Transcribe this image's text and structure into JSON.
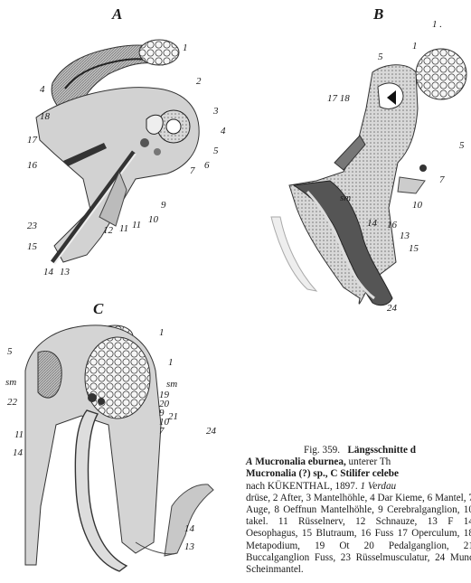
{
  "panels": {
    "A": {
      "letter": "A",
      "labels": [
        "1",
        "2",
        "3",
        "4",
        "4",
        "5",
        "6",
        "7",
        "9",
        "10",
        "11",
        "11",
        "12",
        "13",
        "14",
        "15",
        "16",
        "17",
        "18",
        "23"
      ]
    },
    "B": {
      "letter": "B",
      "labels": [
        "1",
        "1 .",
        "5",
        "5",
        "7",
        "10",
        "13",
        "14",
        "15",
        "16",
        "17 18",
        "24",
        "sm"
      ]
    },
    "C": {
      "letter": "C",
      "labels": [
        "1",
        "1",
        "5",
        "7",
        "9",
        "10",
        "11",
        "13",
        "14",
        "14",
        "19",
        "20",
        "21",
        "22",
        "24",
        "sm",
        "sm"
      ]
    }
  },
  "caption": {
    "fig_num": "Fig. 359.",
    "title": "Längsschnitte d",
    "line2_a": "A",
    "line2_b": "Mucronalia eburnea,",
    "line2_c": "unterer Th",
    "line3_a": "Mucronalia (?) sp.,",
    "line3_b": "C Stilifer celebe",
    "line4": "nach KÜKENTHAL, 1897.",
    "line4_i": "1 Verdau",
    "body": "drüse, 2 After, 3 Mantelhöhle, 4 Dar Kieme, 6 Mantel, 7 Auge, 8 Oeffnun Mantelhöhle, 9 Cerebralganglion, 10 takel. 11 Rüsselnerv, 12 Schnauze, 13 F 14 Oesophagus, 15 Blutraum, 16 Fuss 17 Operculum, 18 Metapodium, 19 Ot 20 Pedalganglion, 21 Buccalganglion Fuss, 23 Rüsselmusculatur, 24 Munc Scheinmantel."
  }
}
